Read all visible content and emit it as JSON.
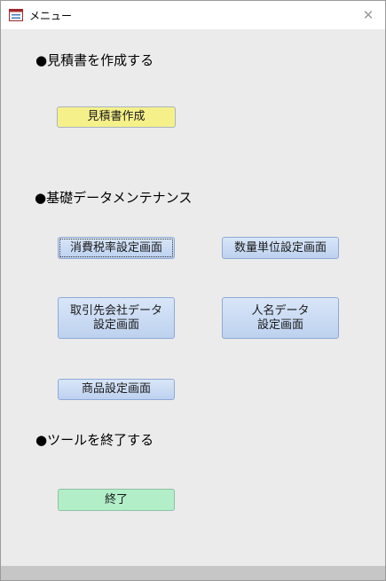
{
  "window": {
    "title": "メニュー",
    "close_glyph": "✕"
  },
  "sections": {
    "estimate": "●見積書を作成する",
    "maintenance": "●基礎データメンテナンス",
    "exit": "●ツールを終了する"
  },
  "buttons": {
    "estimate_create": "見積書作成",
    "tax_rate": "消費税率設定画面",
    "quantity_unit": "数量単位設定画面",
    "business_partner_line1": "取引先会社データ",
    "business_partner_line2": "設定画面",
    "person_name_line1": "人名データ",
    "person_name_line2": "設定画面",
    "product": "商品設定画面",
    "exit": "終了"
  },
  "colors": {
    "yellow_button": "#f6f08a",
    "blue_button": "#c9dbf3",
    "green_button": "#b2efc8",
    "form_background": "#ebebeb"
  }
}
